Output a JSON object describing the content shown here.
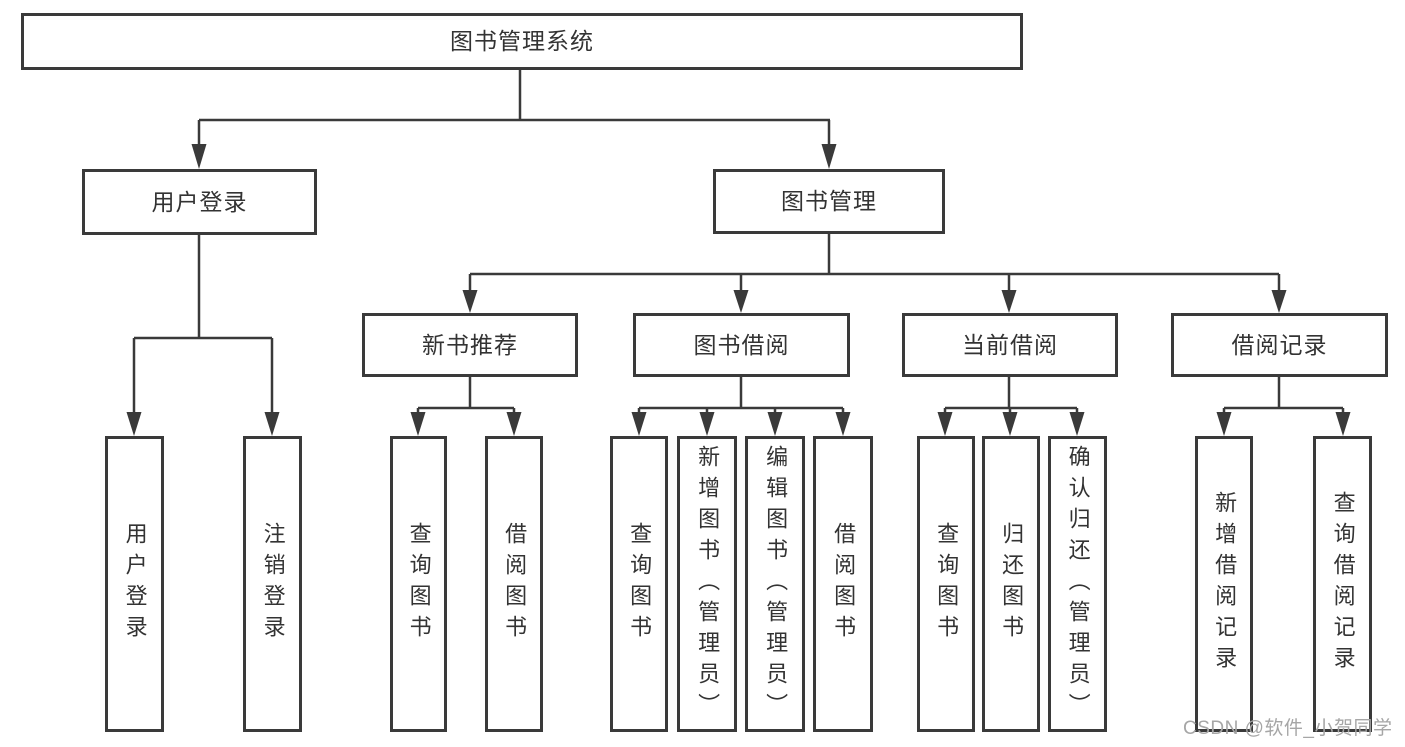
{
  "diagram": {
    "type": "hierarchy-tree",
    "title": "图书管理系统",
    "tree": {
      "label": "图书管理系统",
      "children": [
        {
          "label": "用户登录",
          "children": [
            {
              "label": "用户登录"
            },
            {
              "label": "注销登录"
            }
          ]
        },
        {
          "label": "图书管理",
          "children": [
            {
              "label": "新书推荐",
              "children": [
                {
                  "label": "查询图书"
                },
                {
                  "label": "借阅图书"
                }
              ]
            },
            {
              "label": "图书借阅",
              "children": [
                {
                  "label": "查询图书"
                },
                {
                  "label": "新增图书（管理员）"
                },
                {
                  "label": "编辑图书（管理员）"
                },
                {
                  "label": "借阅图书"
                }
              ]
            },
            {
              "label": "当前借阅",
              "children": [
                {
                  "label": "查询图书"
                },
                {
                  "label": "归还图书"
                },
                {
                  "label": "确认归还（管理员）"
                }
              ]
            },
            {
              "label": "借阅记录",
              "children": [
                {
                  "label": "新增借阅记录"
                },
                {
                  "label": "查询借阅记录"
                }
              ]
            }
          ]
        }
      ]
    },
    "colors": {
      "line": "#3a3a3a",
      "box_border": "#3a3a3a",
      "box_fill": "#ffffff",
      "text": "#333333",
      "watermark": "#a6a6a6"
    }
  },
  "watermark": {
    "text": "CSDN @软件_小贺同学"
  }
}
